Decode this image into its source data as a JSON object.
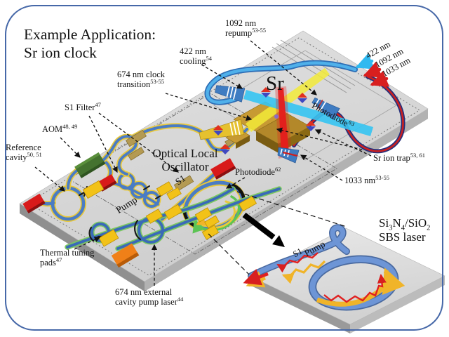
{
  "palette": {
    "border": "#4668a8",
    "chip_top": "#d8d8d8",
    "chip_side_dark": "#969696",
    "chip_side_light": "#b9b9b9",
    "waveguide_blue": "#4a7cc4",
    "outline_yellow": "#e8c83c",
    "outline_green": "#7cc860",
    "laser_cyan": "#2fb9f0",
    "laser_red": "#d81f1f",
    "navy": "#252f7a",
    "pad_yellow": "#f2c218",
    "pad_red": "#d81a1a",
    "pad_orange": "#f08018",
    "aom_green": "#44722f",
    "coupler_tan": "#b49a52",
    "trap_gold": "#c79a33",
    "beam_yellow": "#f2ea38",
    "beam_cyan": "#35c4f2",
    "beam_red": "#e51c1c",
    "text": "#111111"
  },
  "title": {
    "line1": "Example Application:",
    "line2": "Sr ion clock"
  },
  "labels": {
    "reference_cavity": {
      "line1": "Reference",
      "line2": "cavity",
      "sup": "50, 51"
    },
    "aom": {
      "text": "AOM",
      "sup": "48, 49"
    },
    "s1_filter": {
      "text": "S1 Filter",
      "sup": "47"
    },
    "clock_transition": {
      "line1": "674 nm clock",
      "line2": "transition",
      "sup": "53-55"
    },
    "cooling": {
      "line1": "422 nm",
      "line2": "cooling",
      "sup": "54"
    },
    "repump": {
      "line1": "1092 nm",
      "line2": "repump",
      "sup": "53-55"
    },
    "sr_atom": "Sr",
    "photodiode_trap": {
      "text": "Photodiode",
      "sup": "63"
    },
    "sr_ion_trap": {
      "text": "Sr ion trap",
      "sup": "53, 61"
    },
    "laser_1033": {
      "text": "1033 nm",
      "sup": "53-55"
    },
    "photodiode_olo": {
      "text": "Photodiode",
      "sup": "62"
    },
    "olo": {
      "line1": "Optical Local",
      "line2": "Oscillator"
    },
    "s1_main": "S1",
    "pump_main": "Pump",
    "thermal": {
      "line1": "Thermal tuning",
      "line2": "pads",
      "sup": "47"
    },
    "ext_laser": {
      "line1": "674 nm external",
      "line2": "cavity pump laser",
      "sup": "44"
    }
  },
  "input_lasers": [
    {
      "label": "422 nm",
      "color": "#2fb9f0"
    },
    {
      "label": "1092 nm",
      "color": "#d81f1f"
    },
    {
      "label": "1033 nm",
      "color": "#d81f1f"
    }
  ],
  "sbs_chip": {
    "material": {
      "p1": "Si",
      "s1": "3",
      "p2": "N",
      "s2": "4",
      "p3": "/SiO",
      "s3": "2"
    },
    "line2": "SBS laser",
    "s1_label": "S1",
    "pump_label": "Pump"
  }
}
